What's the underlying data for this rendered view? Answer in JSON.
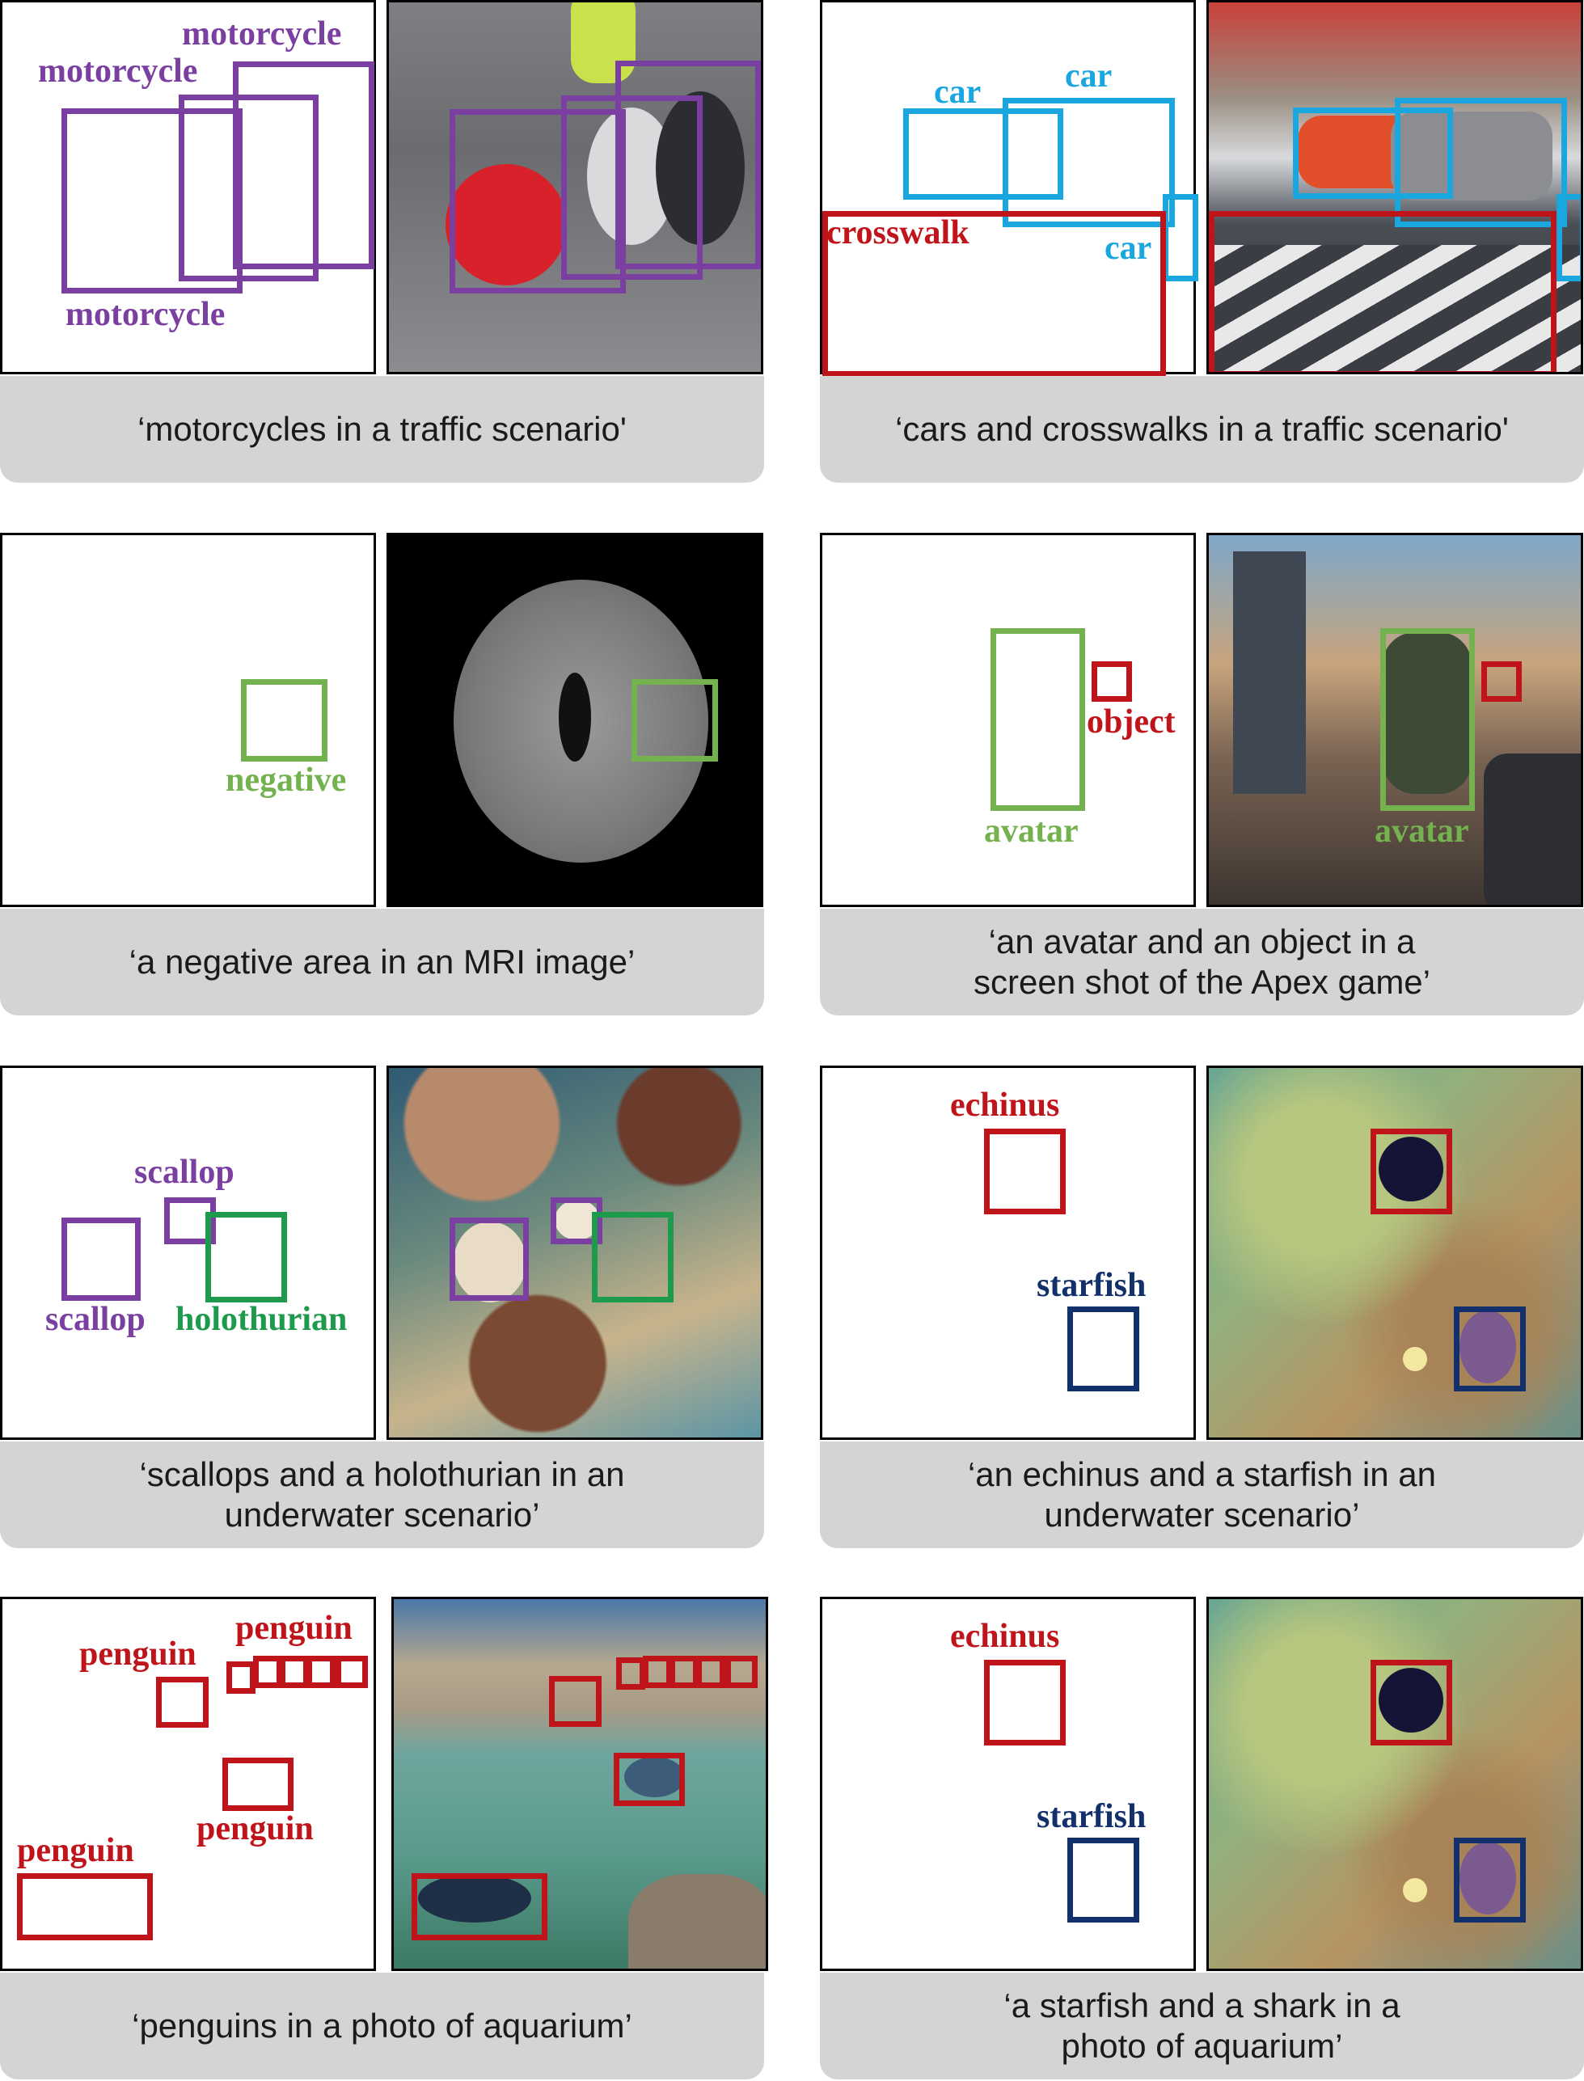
{
  "colors": {
    "purple": "#7A3FA0",
    "cyan": "#1AA6DE",
    "red": "#C0141B",
    "green": "#74B14F",
    "green_dark": "#1E9A4C",
    "navy": "#12306B",
    "caption_bg": "#D4D4D4"
  },
  "panels": [
    {
      "caption_lines": [
        "‘motorcycles in a traffic scenario'"
      ],
      "labels": [
        "motorcycle",
        "motorcycle",
        "motorcycle"
      ]
    },
    {
      "caption_lines": [
        "‘cars and crosswalks in a traffic scenario'"
      ],
      "labels": [
        "car",
        "car",
        "crosswalk",
        "car"
      ]
    },
    {
      "caption_lines": [
        "‘a negative area in an MRI image’"
      ],
      "labels": [
        "negative"
      ]
    },
    {
      "caption_lines": [
        "‘an avatar and an object in a",
        "screen shot of the Apex game’"
      ],
      "labels": [
        "object",
        "avatar"
      ],
      "photo_labels": [
        "avatar"
      ]
    },
    {
      "caption_lines": [
        "‘scallops and a holothurian in an",
        "underwater scenario’"
      ],
      "labels": [
        "scallop",
        "scallop",
        "holothurian"
      ]
    },
    {
      "caption_lines": [
        "‘an echinus and a starfish in an",
        "underwater scenario’"
      ],
      "labels": [
        "echinus",
        "starfish"
      ]
    },
    {
      "caption_lines": [
        "‘penguins in a photo of aquarium’"
      ],
      "labels": [
        "penguin",
        "penguin",
        "penguin",
        "penguin"
      ]
    },
    {
      "caption_lines": [
        "‘a starfish and a shark in a",
        "photo of aquarium’"
      ],
      "labels": [
        "echinus",
        "starfish"
      ]
    }
  ]
}
